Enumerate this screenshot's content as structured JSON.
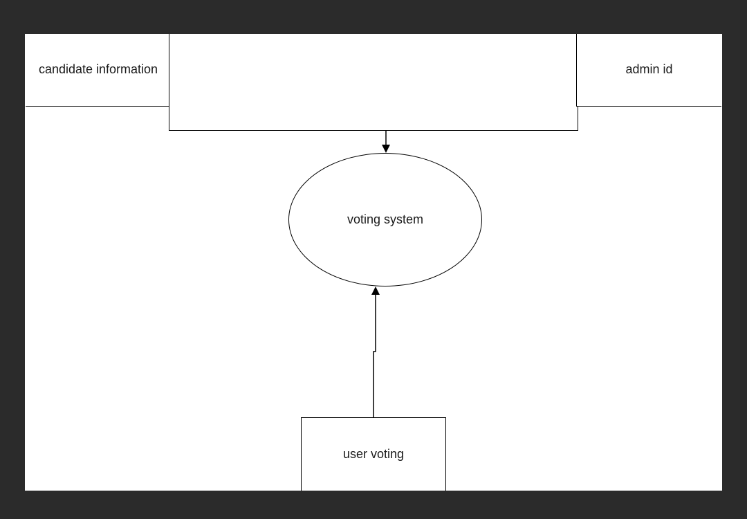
{
  "diagram": {
    "nodes": {
      "candidate_information": "candidate information",
      "admin_id": "admin id",
      "top_box": "",
      "voting_system": "voting system",
      "user_voting": "user voting"
    },
    "edges": [
      {
        "from": "top_box",
        "to": "voting_system"
      },
      {
        "from": "user_voting",
        "to": "voting_system"
      }
    ],
    "colors": {
      "background": "#2b2b2b",
      "canvas": "#ffffff",
      "stroke": "#000000"
    }
  }
}
